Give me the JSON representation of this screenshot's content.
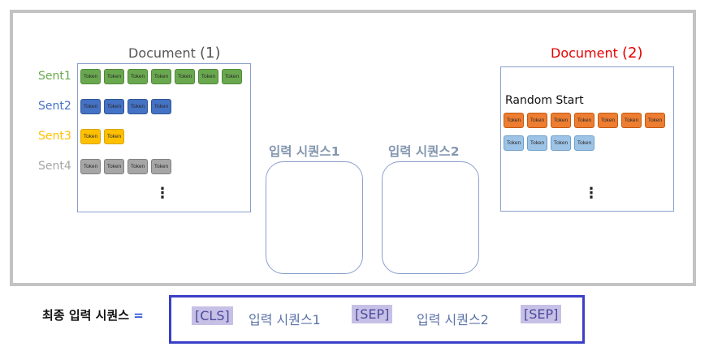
{
  "doc1": {
    "title": "Document",
    "num": "(1)",
    "sentences": [
      {
        "label": "Sent1",
        "color": "#6aa84f",
        "style": "green",
        "count": 7
      },
      {
        "label": "Sent2",
        "color": "#4472c4",
        "style": "blue",
        "count": 4
      },
      {
        "label": "Sent3",
        "color": "#ffc000",
        "style": "yellow",
        "count": 2
      },
      {
        "label": "Sent4",
        "color": "#a6a6a6",
        "style": "gray",
        "count": 4
      }
    ],
    "dots": "⋮"
  },
  "token_label": "Token",
  "seq1_title": "입력 시퀀스1",
  "seq2_title": "입력 시퀀스2",
  "doc2": {
    "title": "Document",
    "num": "(2)",
    "random_start": "Random Start",
    "rows": [
      {
        "style": "orange",
        "count": 7
      },
      {
        "style": "lightblue",
        "count": 4
      }
    ],
    "dots": "⋮"
  },
  "final": {
    "label": "최종 입력 시퀀스",
    "equals": "=",
    "cls": "[CLS]",
    "seq1": "입력 시퀀스1",
    "sep1": "[SEP]",
    "seq2": "입력 시퀀스2",
    "sep2": "[SEP]"
  }
}
